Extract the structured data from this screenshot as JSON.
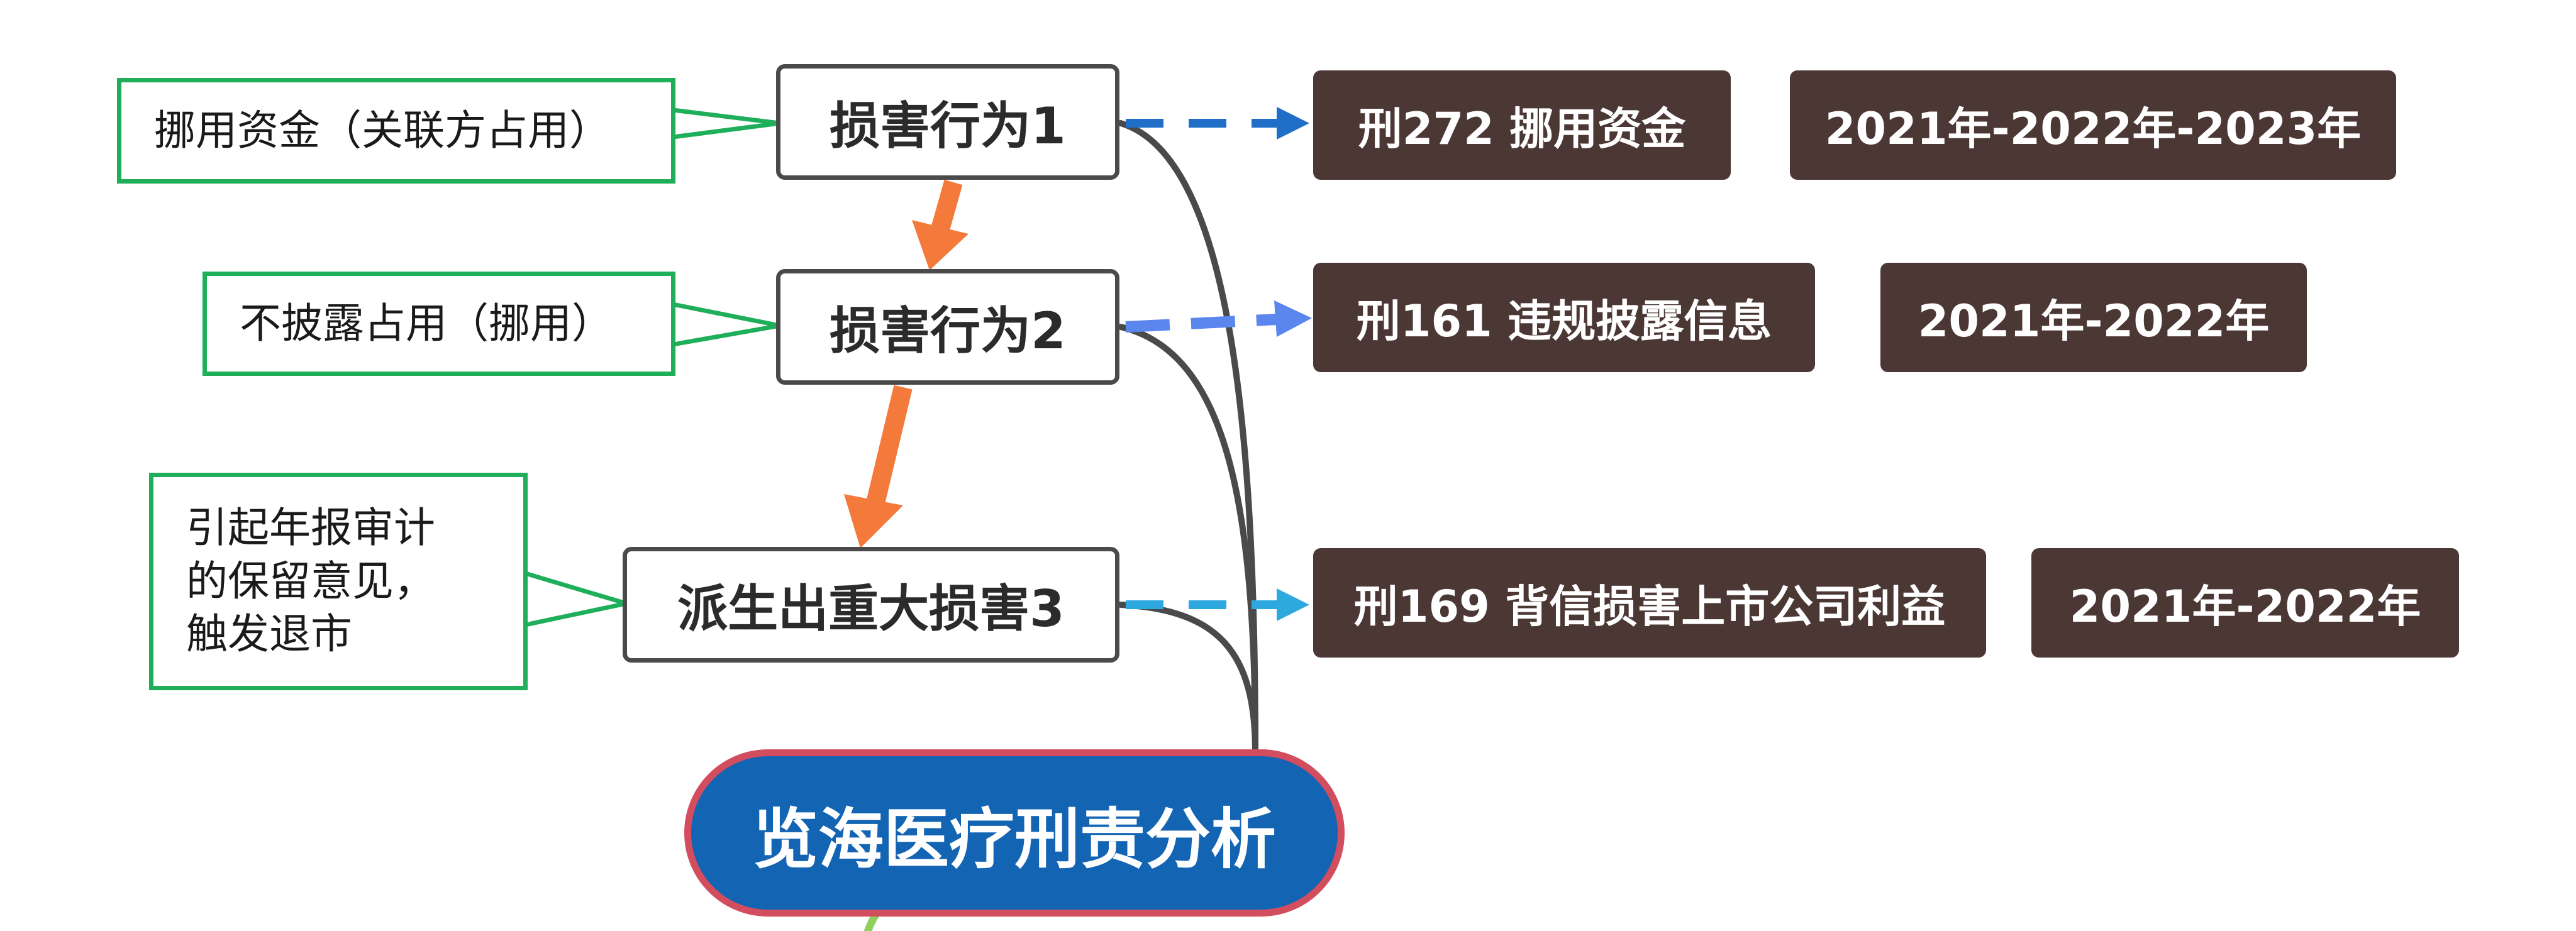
{
  "central_topic": "览海医疗刑责分析",
  "branches": [
    {
      "node_label": "损害行为1",
      "note": "挪用资金（关联方占用）",
      "charge": "刑272 挪用资金",
      "years": "2021年-2022年-2023年",
      "dash_color": "#1f6fc8"
    },
    {
      "node_label": "损害行为2",
      "note": "不披露占用（挪用）",
      "charge": "刑161 违规披露信息",
      "years": "2021年-2022年",
      "dash_color": "#5b86ee"
    },
    {
      "node_label": "派生出重大损害3",
      "note": "引起年报审计\n的保留意见，\n触发退市",
      "charge": "刑169 背信损害上市公司利益",
      "years": "2021年-2022年",
      "dash_color": "#2ea9e0"
    }
  ],
  "colors": {
    "note_border": "#1fae5a",
    "node_border": "#4a4a4a",
    "tag_background": "#4b3734",
    "central_background": "#1464b4",
    "central_border": "#d24d5e",
    "flow_arrow": "#f47a3c",
    "connector": "#4a4a4a",
    "bottom_stub": "#8fcf5c"
  }
}
